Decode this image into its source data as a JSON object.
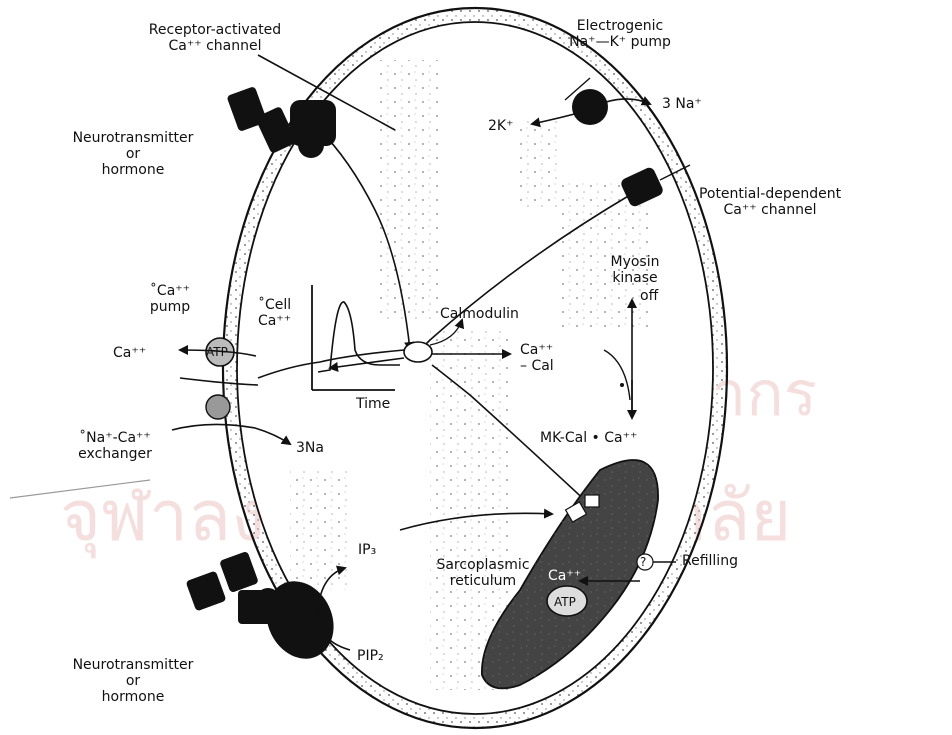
{
  "watermark": {
    "line1": "ศูนย์วิทยทรัพยากร",
    "line2": "จุฬาลงกรณ์มหาวิทยาลัย"
  },
  "labels": {
    "receptor_channel": [
      "Receptor-activated",
      "Ca⁺⁺ channel"
    ],
    "na_k_pump": [
      "Electrogenic",
      "Na⁺—K⁺ pump"
    ],
    "three_na_out": "3 Na⁺",
    "two_k_in": "2K⁺",
    "neurotransmitter_top": [
      "Neurotransmitter",
      "or",
      "hormone"
    ],
    "potential_channel": [
      "Potential-dependent",
      "Ca⁺⁺ channel"
    ],
    "ca_pump": [
      "˚Ca⁺⁺",
      "pump"
    ],
    "ca_out": "Ca⁺⁺",
    "cell_ca": [
      "˚Cell",
      "Ca⁺⁺"
    ],
    "time": "Time",
    "calmodulin": "Calmodulin",
    "myosin_kinase": [
      "Myosin",
      "kinase"
    ],
    "off": "off",
    "ca_cal": [
      "Ca⁺⁺",
      "– Cal"
    ],
    "mk_cal": "MK-Cal • Ca⁺⁺",
    "exchanger": [
      "˚Na⁺-Ca⁺⁺",
      "exchanger"
    ],
    "three_na_in": "3Na",
    "ip3": "IP₃",
    "pip2": "PIP₂",
    "sarcoplasmic": [
      "Sarcoplasmic",
      "reticulum"
    ],
    "sr_ca": "Ca⁺⁺",
    "atp_pump": "ATP",
    "atp_sr": "ATP",
    "refilling": "Refilling",
    "refilling_q": "?",
    "neurotransmitter_bottom": [
      "Neurotransmitter",
      "or",
      "hormone"
    ]
  }
}
